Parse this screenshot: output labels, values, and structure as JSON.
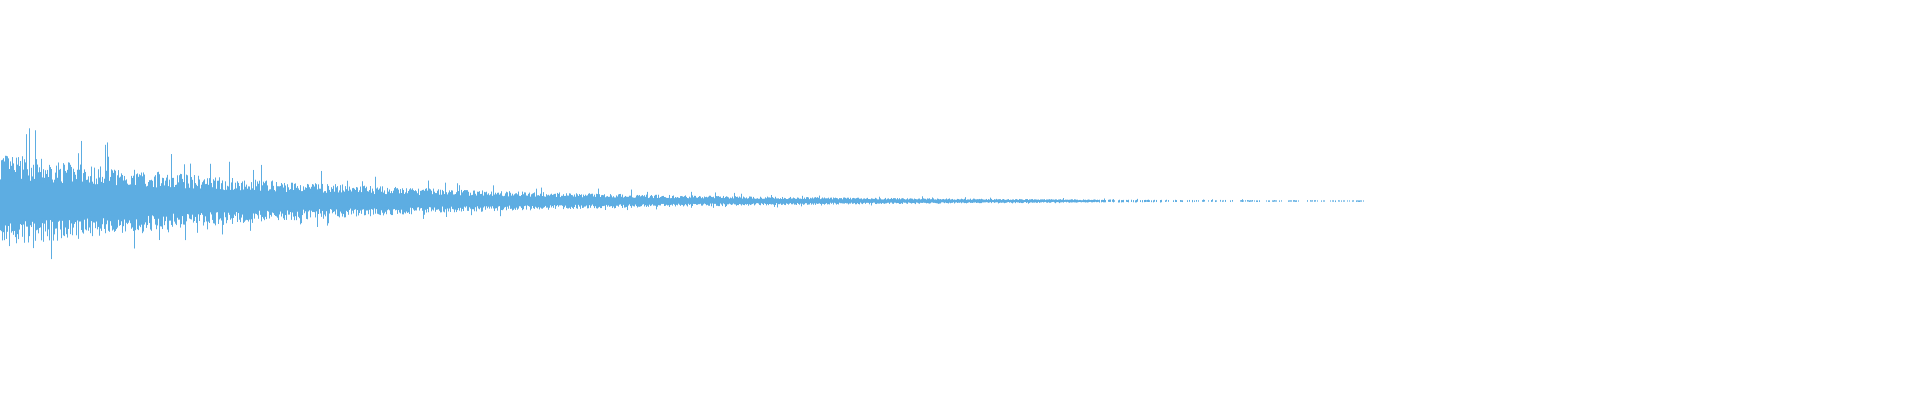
{
  "waveform": {
    "color": "#5DADE2",
    "background": "#FFFFFF",
    "style": "symmetric-bars",
    "envelope_shape": "exponential-decay",
    "visible_extent_fraction": 0.71,
    "trailing_noise_start_fraction": 0.51,
    "seed": 7
  }
}
